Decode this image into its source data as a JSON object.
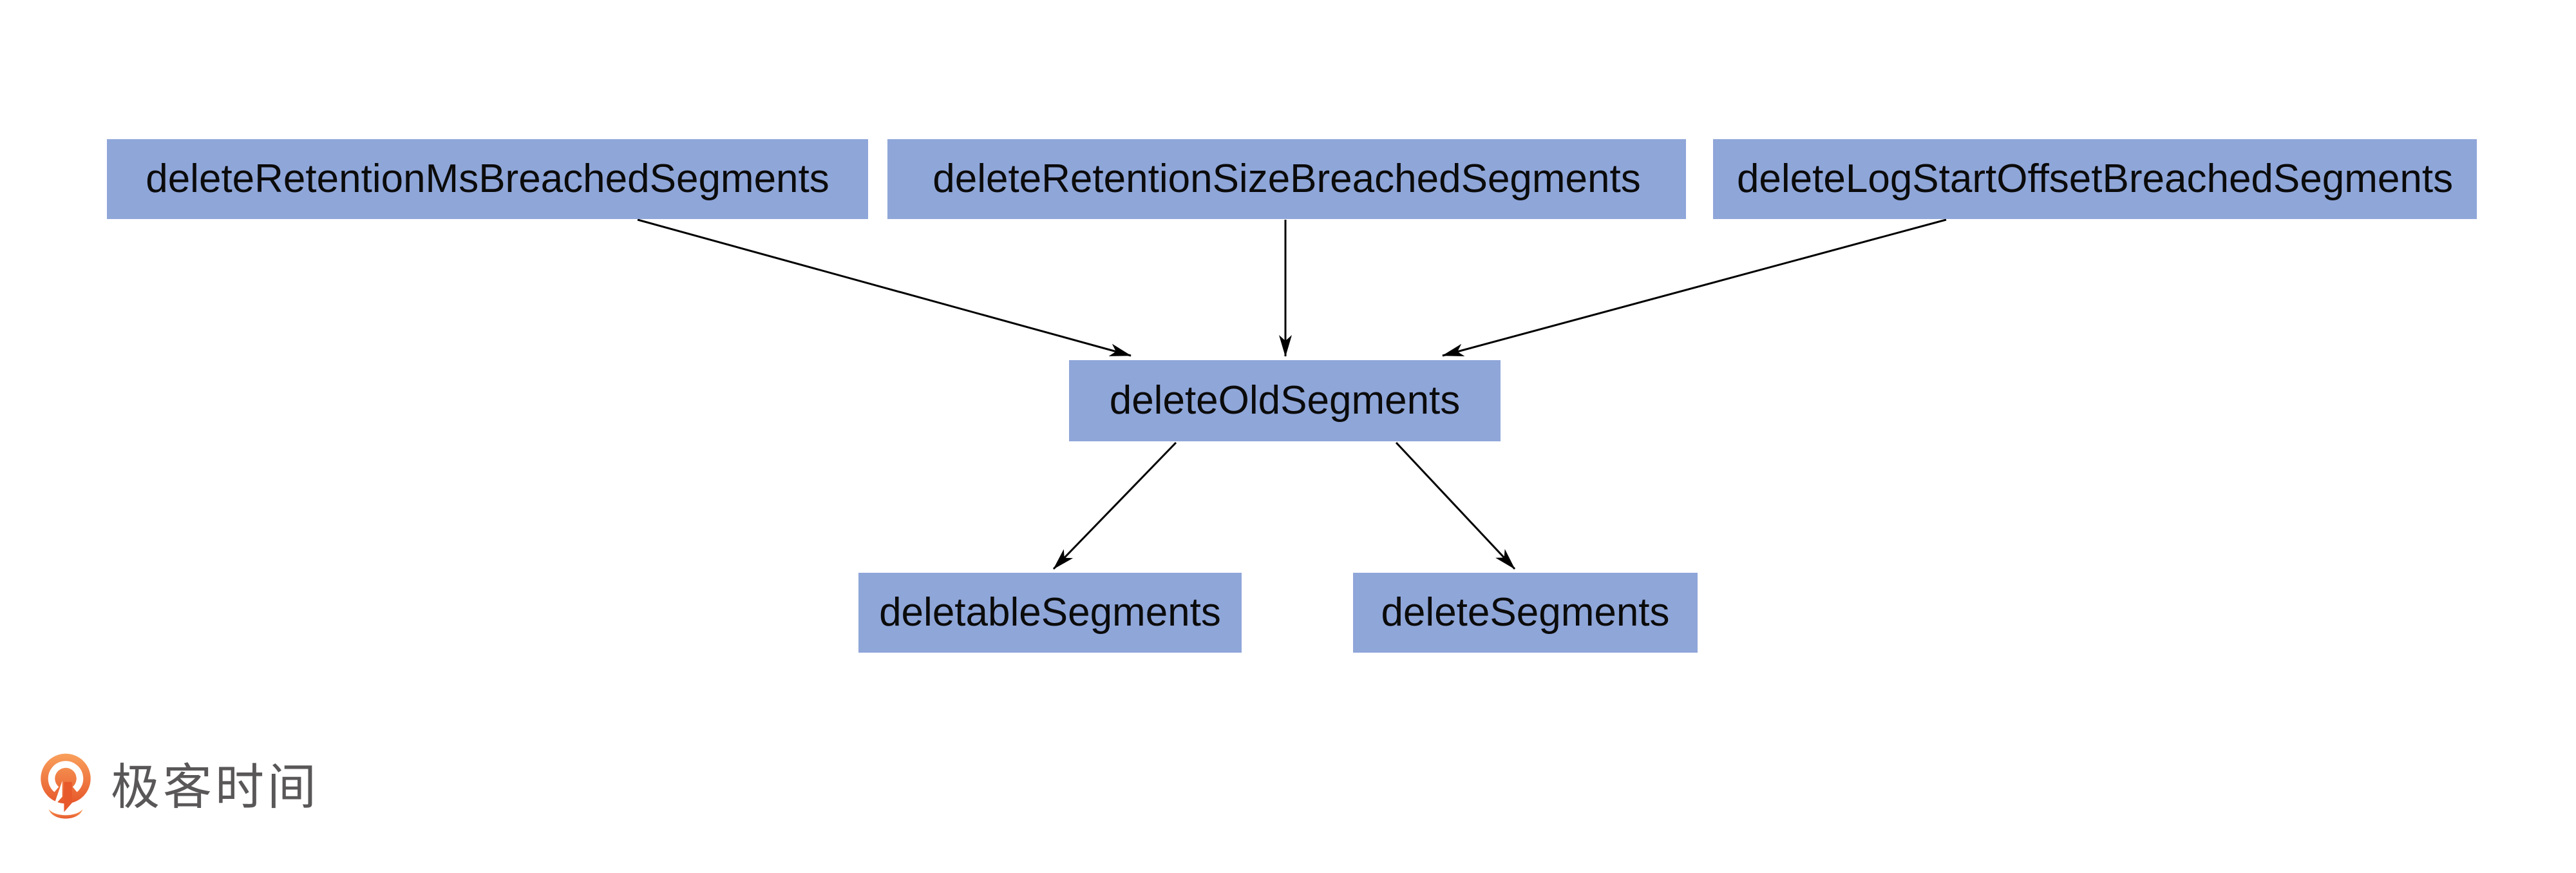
{
  "diagram": {
    "type": "call-graph",
    "nodes": [
      {
        "id": "deleteRetentionMsBreachedSegments",
        "label": "deleteRetentionMsBreachedSegments",
        "row": "top"
      },
      {
        "id": "deleteRetentionSizeBreachedSegments",
        "label": "deleteRetentionSizeBreachedSegments",
        "row": "top"
      },
      {
        "id": "deleteLogStartOffsetBreachedSegments",
        "label": "deleteLogStartOffsetBreachedSegments",
        "row": "top"
      },
      {
        "id": "deleteOldSegments",
        "label": "deleteOldSegments",
        "row": "middle"
      },
      {
        "id": "deletableSegments",
        "label": "deletableSegments",
        "row": "bottom"
      },
      {
        "id": "deleteSegments",
        "label": "deleteSegments",
        "row": "bottom"
      }
    ],
    "edges": [
      {
        "from": "deleteRetentionMsBreachedSegments",
        "to": "deleteOldSegments"
      },
      {
        "from": "deleteRetentionSizeBreachedSegments",
        "to": "deleteOldSegments"
      },
      {
        "from": "deleteLogStartOffsetBreachedSegments",
        "to": "deleteOldSegments"
      },
      {
        "from": "deleteOldSegments",
        "to": "deletableSegments"
      },
      {
        "from": "deleteOldSegments",
        "to": "deleteSegments"
      }
    ],
    "colors": {
      "node_fill": "#8FA6D9",
      "node_text": "#0b0b0b",
      "edge": "#000000",
      "background": "#ffffff"
    }
  },
  "branding": {
    "logo_text": "极客时间",
    "logo_colors": {
      "orange_light": "#F9A05C",
      "orange_dark": "#E7582B",
      "text_gray": "#595757"
    }
  }
}
